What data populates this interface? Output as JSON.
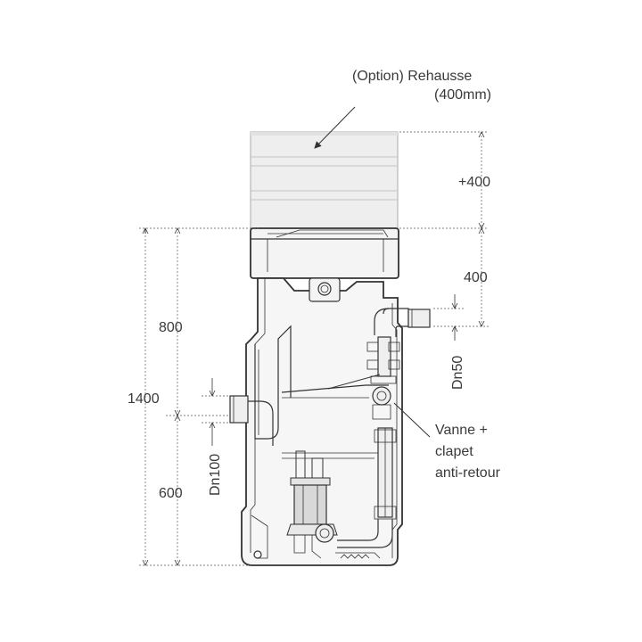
{
  "labels": {
    "option_line1": "(Option) Rehausse",
    "option_line2": "(400mm)",
    "dim_plus400": "+400",
    "dim_400": "400",
    "dim_800": "800",
    "dim_1400": "1400",
    "dim_600": "600",
    "dn50": "Dn50",
    "dn100": "Dn100",
    "vanne_line1": "Vanne +",
    "vanne_line2": "clapet",
    "vanne_line3": "anti-retour"
  }
}
